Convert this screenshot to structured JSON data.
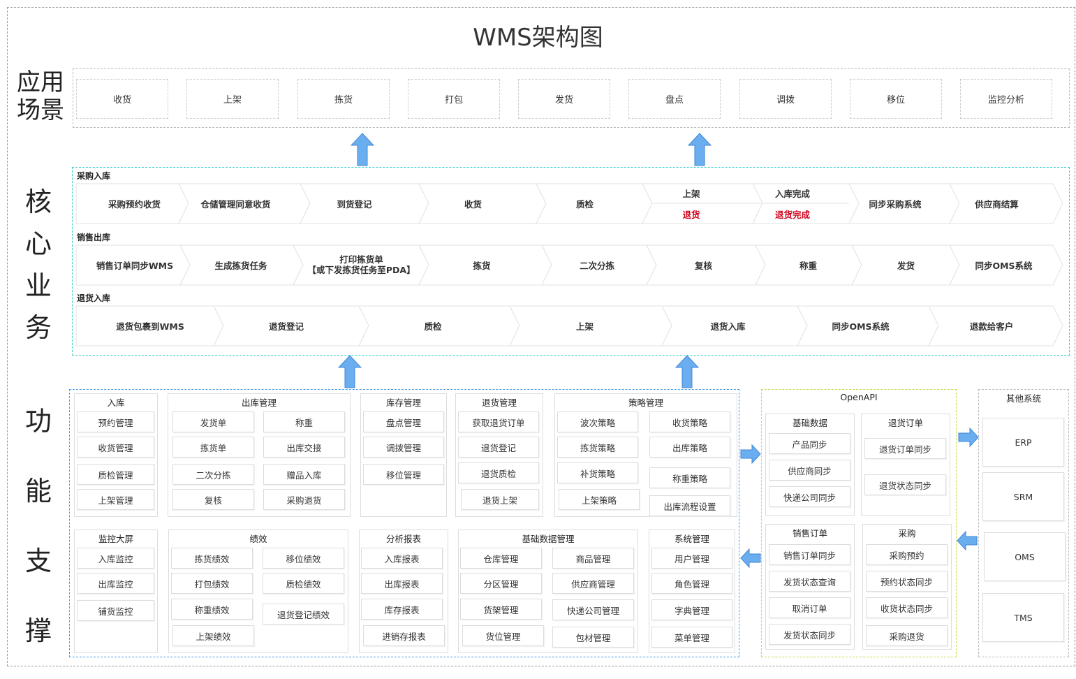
{
  "title": "WMS架构图",
  "side_labels": {
    "app": [
      "应用",
      "场景"
    ],
    "core": [
      "核",
      "心",
      "业",
      "务"
    ],
    "func": [
      "功",
      "能",
      "支",
      "撑"
    ]
  },
  "app_scenes": [
    "收货",
    "上架",
    "拣货",
    "打包",
    "发货",
    "盘点",
    "调拨",
    "移位",
    "监控分析"
  ],
  "core": {
    "purchase": {
      "label": "采购入库",
      "steps": [
        "采购预约收货",
        "仓储管理同意收货",
        "到货登记",
        "收货",
        "质检"
      ],
      "split1_top": "上架",
      "split1_bottom": "退货",
      "split2_top": "入库完成",
      "split2_bottom": "退货完成",
      "tail": [
        "同步采购系统",
        "供应商结算"
      ]
    },
    "sales": {
      "label": "销售出库",
      "steps": [
        "销售订单同步WMS",
        "生成拣货任务",
        "打印拣货单",
        "拣货",
        "二次分拣",
        "复核",
        "称重",
        "发货",
        "同步OMS系统"
      ],
      "print_sub": "【或下发拣货任务至PDA】"
    },
    "returns": {
      "label": "退货入库",
      "steps": [
        "退货包裹到WMS",
        "退货登记",
        "质检",
        "上架",
        "退货入库",
        "同步OMS系统",
        "退款给客户"
      ]
    }
  },
  "func": {
    "inbound": {
      "title": "入库",
      "items": [
        "预约管理",
        "收货管理",
        "质检管理",
        "上架管理"
      ]
    },
    "outbound": {
      "title": "出库管理",
      "items": [
        "发货单",
        "称重",
        "拣货单",
        "出库交接",
        "二次分拣",
        "赠品入库",
        "复核",
        "采购退货"
      ]
    },
    "stock": {
      "title": "库存管理",
      "items": [
        "盘点管理",
        "调拨管理",
        "移位管理"
      ]
    },
    "returns": {
      "title": "退货管理",
      "items": [
        "获取退货订单",
        "退货登记",
        "退货质检",
        "退货上架"
      ]
    },
    "strategy": {
      "title": "策略管理",
      "items": [
        "波次策略",
        "收货策略",
        "拣货策略",
        "出库策略",
        "补货策略",
        "称重策略",
        "上架策略",
        "出库流程设置"
      ]
    },
    "monitor": {
      "title": "监控大屏",
      "items": [
        "入库监控",
        "出库监控",
        "铺货监控"
      ]
    },
    "perf": {
      "title": "绩效",
      "items": [
        "拣货绩效",
        "移位绩效",
        "打包绩效",
        "质检绩效",
        "称重绩效",
        "退货登记绩效",
        "上架绩效"
      ]
    },
    "report": {
      "title": "分析报表",
      "items": [
        "入库报表",
        "出库报表",
        "库存报表",
        "进销存报表"
      ]
    },
    "basic": {
      "title": "基础数据管理",
      "items": [
        "仓库管理",
        "商品管理",
        "分区管理",
        "供应商管理",
        "货架管理",
        "快递公司管理",
        "货位管理",
        "包材管理"
      ]
    },
    "system": {
      "title": "系统管理",
      "items": [
        "用户管理",
        "角色管理",
        "字典管理",
        "菜单管理"
      ]
    }
  },
  "openapi": {
    "title": "OpenAPI",
    "basic": {
      "title": "基础数据",
      "items": [
        "产品同步",
        "供应商同步",
        "快递公司同步"
      ]
    },
    "return_order": {
      "title": "退货订单",
      "items": [
        "退货订单同步",
        "退货状态同步"
      ]
    },
    "sales_order": {
      "title": "销售订单",
      "items": [
        "销售订单同步",
        "发货状态查询",
        "取消订单",
        "发货状态同步"
      ]
    },
    "purchase": {
      "title": "采购",
      "items": [
        "采购预约",
        "预约状态同步",
        "收货状态同步",
        "采购退货"
      ]
    }
  },
  "other": {
    "title": "其他系统",
    "items": [
      "ERP",
      "SRM",
      "OMS",
      "TMS"
    ]
  },
  "colors": {
    "arrow": "#6aaef0",
    "arrow_stroke": "#3f86d6",
    "core_border": "#33cccc",
    "func_border": "#4a9be8",
    "api_border": "#c5d94a",
    "red": "#d0021b"
  }
}
